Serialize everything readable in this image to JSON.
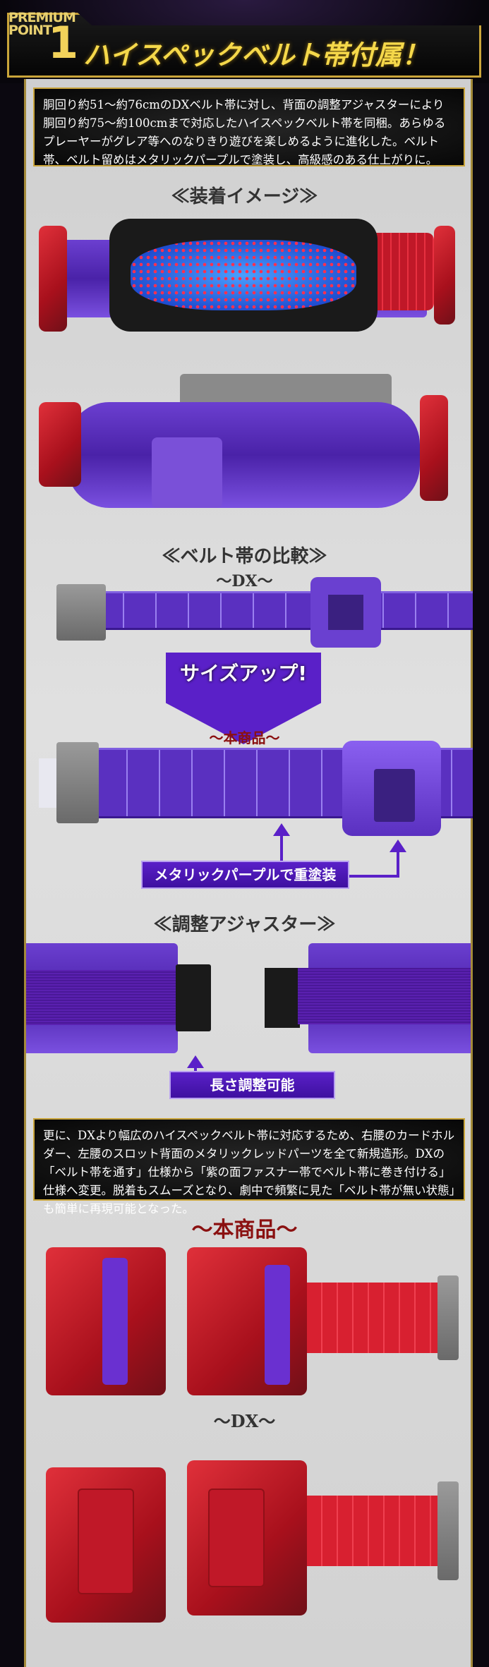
{
  "header": {
    "badge_line1": "PREMIUM",
    "badge_line2": "POINT",
    "point_number": "1",
    "title": "ハイスペックベルト帯付属！"
  },
  "intro_text": "胴回り約51～約76cmのDXベルト帯に対し、背面の調整アジャスターにより胴回り約75～約100cmまで対応したハイスペックベルト帯を同梱。あらゆるプレーヤーがグレア等へのなりきり遊びを楽しめるように進化した。ベルト帯、ベルト留めはメタリックパープルで塗装し、高級感のある仕上がりに。",
  "sections": {
    "wearing_image": "≪装着イメージ≫",
    "belt_comparison": "≪ベルト帯の比較≫",
    "dx_label": "～DX～",
    "size_up": "サイズアップ!",
    "this_product_label": "～本商品～",
    "metallic_callout": "メタリックパープルで重塗装",
    "adjuster": "≪調整アジャスター≫",
    "adjustable_callout": "長さ調整可能"
  },
  "detail_text": "更に、DXより幅広のハイスペックベルト帯に対応するため、右腰のカードホルダー、左腰のスロット背面のメタリックレッドパーツを全て新規造形。DXの「ベルト帯を通す」仕様から「紫の面ファスナー帯でベルト帯に巻き付ける」仕様へ変更。脱着もスムーズとなり、劇中で頻繁に見た「ベルト帯が無い状態」も簡単に再現可能となった。",
  "bottom": {
    "this_product_label": "～本商品～",
    "dx_label": "～DX～"
  },
  "colors": {
    "gold": "#c9a43a",
    "purple": "#5a20c8",
    "red": "#c01828"
  }
}
